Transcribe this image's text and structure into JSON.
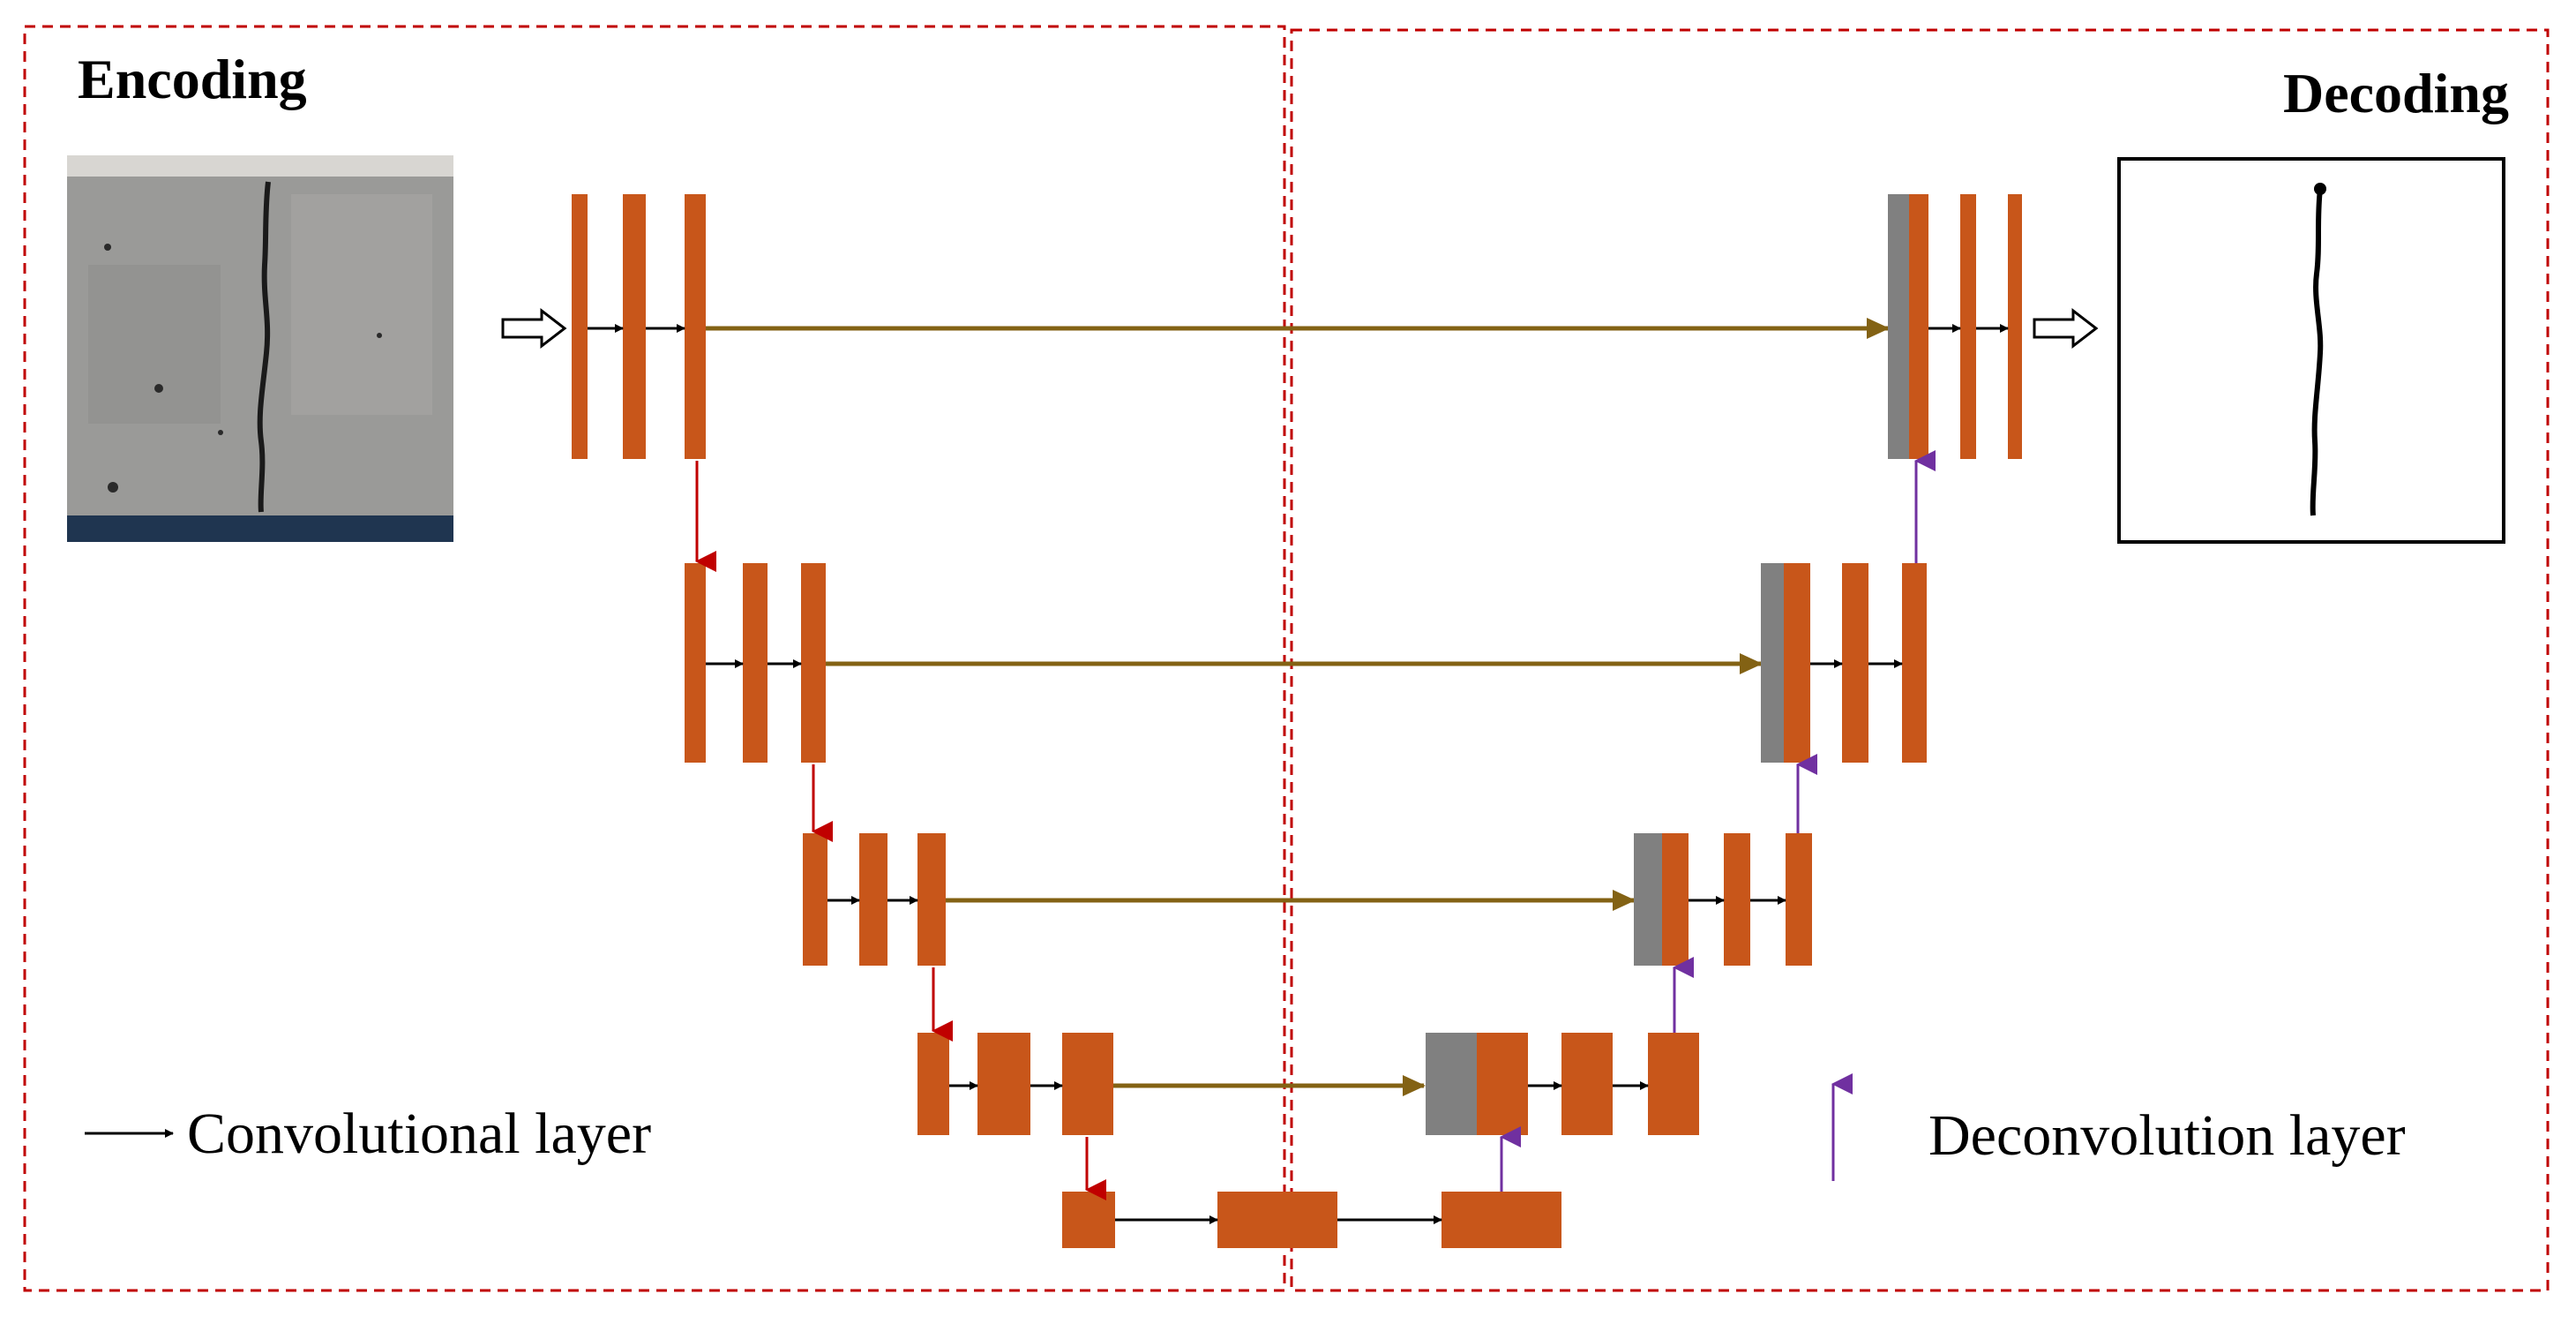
{
  "sections": {
    "encoding_title": "Encoding",
    "decoding_title": "Decoding"
  },
  "legend": {
    "conv_label": "Convolutional layer",
    "deconv_label": "Deconvolution layer"
  },
  "colors": {
    "feature_map": "#c8561a",
    "concat": "#808080",
    "conv_arrow": "#000000",
    "skip_arrow": "#836214",
    "pool_arrow": "#c00000",
    "upconv_arrow": "#7030a0",
    "section_border": "#c00000"
  },
  "images": {
    "input": "concrete-surface-photo-with-crack",
    "output": "binary-crack-segmentation-mask"
  }
}
